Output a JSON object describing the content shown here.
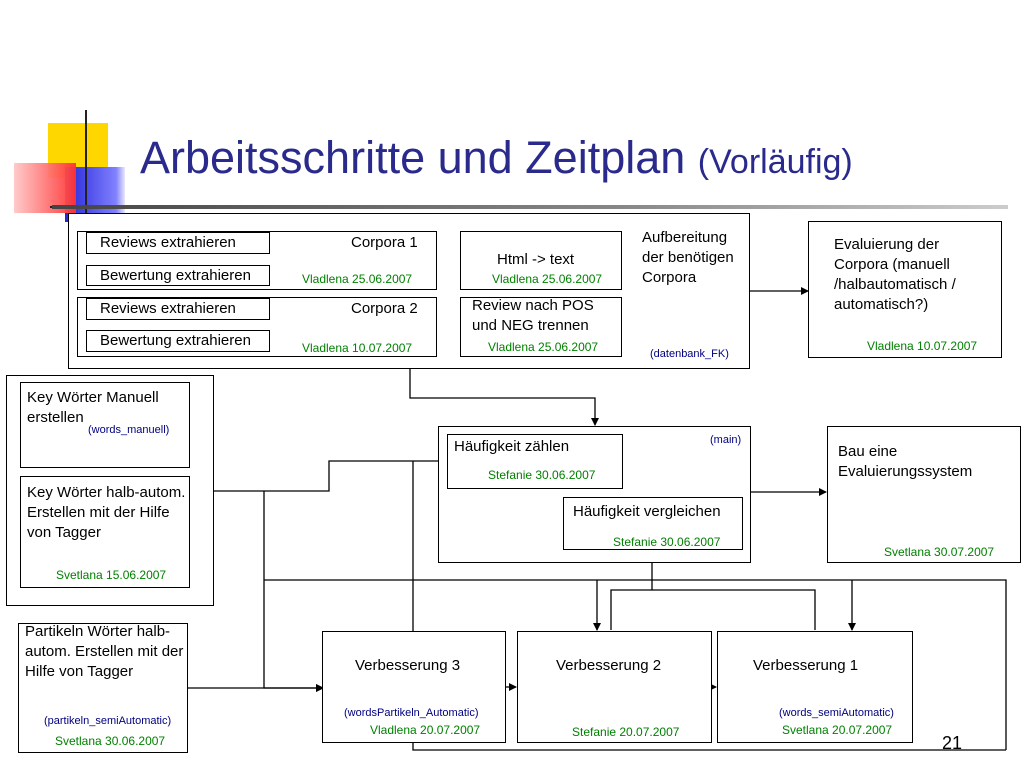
{
  "title": {
    "main": "Arbeitsschritte und Zeitplan",
    "sub": "(Vorläufig)"
  },
  "page_number": "21",
  "corpora": {
    "reviews_1": "Reviews extrahieren",
    "corpora_1": "Corpora 1",
    "rating_1": "Bewertung extrahieren",
    "date_1": "Vladlena 25.06.2007",
    "reviews_2": "Reviews extrahieren",
    "corpora_2": "Corpora 2",
    "rating_2": "Bewertung extrahieren",
    "date_2": "Vladlena 10.07.2007",
    "html_text": "Html -> text",
    "html_date": "Vladlena 25.06.2007",
    "review_split": "Review nach POS und NEG trennen",
    "review_split_date": "Vladlena 25.06.2007",
    "prep_label": "Aufbereitung der benötigen Corpora",
    "db_label": "(datenbank_FK)"
  },
  "evaluation": {
    "text": "Evaluierung der Corpora (manuell /halbautomatisch / automatisch?)",
    "date": "Vladlena 10.07.2007"
  },
  "keywords": {
    "manual": "Key Wörter Manuell erstellen",
    "manual_db": "(words_manuell)",
    "semi": "Key Wörter halb-autom. Erstellen mit der Hilfe von Tagger",
    "semi_date": "Svetlana 15.06.2007"
  },
  "particles": {
    "text": "Partikeln Wörter halb-autom. Erstellen mit der Hilfe von Tagger",
    "db": "(partikeln_semiAutomatic)",
    "date": "Svetlana 30.06.2007"
  },
  "main": {
    "db": "(main)",
    "count": "Häufigkeit zählen",
    "count_date": "Stefanie 30.06.2007",
    "compare": "Häufigkeit vergleichen",
    "compare_date": "Stefanie 30.06.2007"
  },
  "build_eval": {
    "text": "Bau eine Evaluierungssystem",
    "date": "Svetlana 30.07.2007"
  },
  "improve3": {
    "label": "Verbesserung 3",
    "db": "(wordsPartikeln_Automatic)",
    "date": "Vladlena 20.07.2007"
  },
  "improve2": {
    "label": "Verbesserung 2",
    "date": "Stefanie 20.07.2007"
  },
  "improve1": {
    "label": "Verbesserung 1",
    "db": "(words_semiAutomatic)",
    "date": "Svetlana 20.07.2007"
  },
  "colors": {
    "title": "#2a2a8c",
    "date_text": "#008000",
    "db_text": "#000080",
    "deco_yellow": "#ffd700",
    "deco_blue": "#3a3ae0",
    "deco_red": "#ff3c3c"
  }
}
